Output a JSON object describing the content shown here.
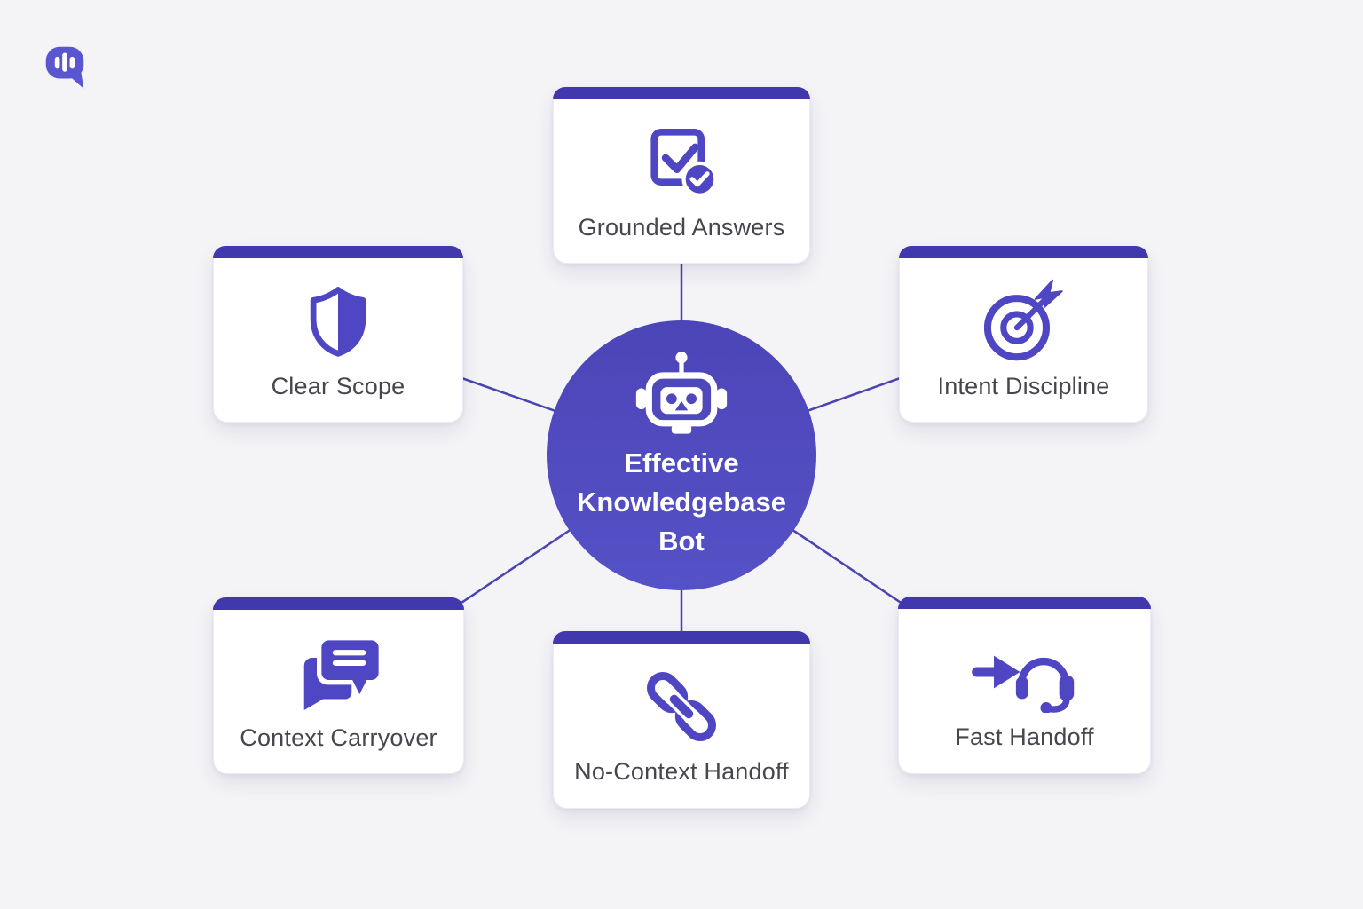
{
  "logo": {
    "icon": "chat-waveform-logo-icon",
    "color": "#5a56cf"
  },
  "diagram": {
    "type": "hub-and-spoke",
    "center": {
      "id": "effective-knowledgebase-bot",
      "title": "Effective Knowledgebase Bot",
      "icon": "robot-icon",
      "bg_color": "#4f49bd",
      "text_color": "#ffffff"
    },
    "nodes": [
      {
        "id": "grounded-answers",
        "label": "Grounded Answers",
        "icon": "checkbox-verified-icon",
        "position": "top"
      },
      {
        "id": "clear-scope",
        "label": "Clear Scope",
        "icon": "shield-icon",
        "position": "upper-left"
      },
      {
        "id": "intent-discipline",
        "label": "Intent Discipline",
        "icon": "target-arrow-icon",
        "position": "upper-right"
      },
      {
        "id": "context-carryover",
        "label": "Context Carryover",
        "icon": "chat-bubbles-icon",
        "position": "lower-left"
      },
      {
        "id": "no-context-handoff",
        "label": "No-Context Handoff",
        "icon": "chain-link-icon",
        "position": "bottom"
      },
      {
        "id": "fast-handoff",
        "label": "Fast Handoff",
        "icon": "arrow-headset-icon",
        "position": "lower-right"
      }
    ],
    "edges": [
      [
        "effective-knowledgebase-bot",
        "grounded-answers"
      ],
      [
        "effective-knowledgebase-bot",
        "clear-scope"
      ],
      [
        "effective-knowledgebase-bot",
        "intent-discipline"
      ],
      [
        "effective-knowledgebase-bot",
        "context-carryover"
      ],
      [
        "effective-knowledgebase-bot",
        "no-context-handoff"
      ],
      [
        "effective-knowledgebase-bot",
        "fast-handoff"
      ]
    ],
    "colors": {
      "background": "#f4f4f7",
      "card_bg": "#ffffff",
      "accent_bar": "#4238ae",
      "icon": "#4f46c4",
      "connector_line": "#4a43b2",
      "label_text": "#46464e"
    }
  }
}
